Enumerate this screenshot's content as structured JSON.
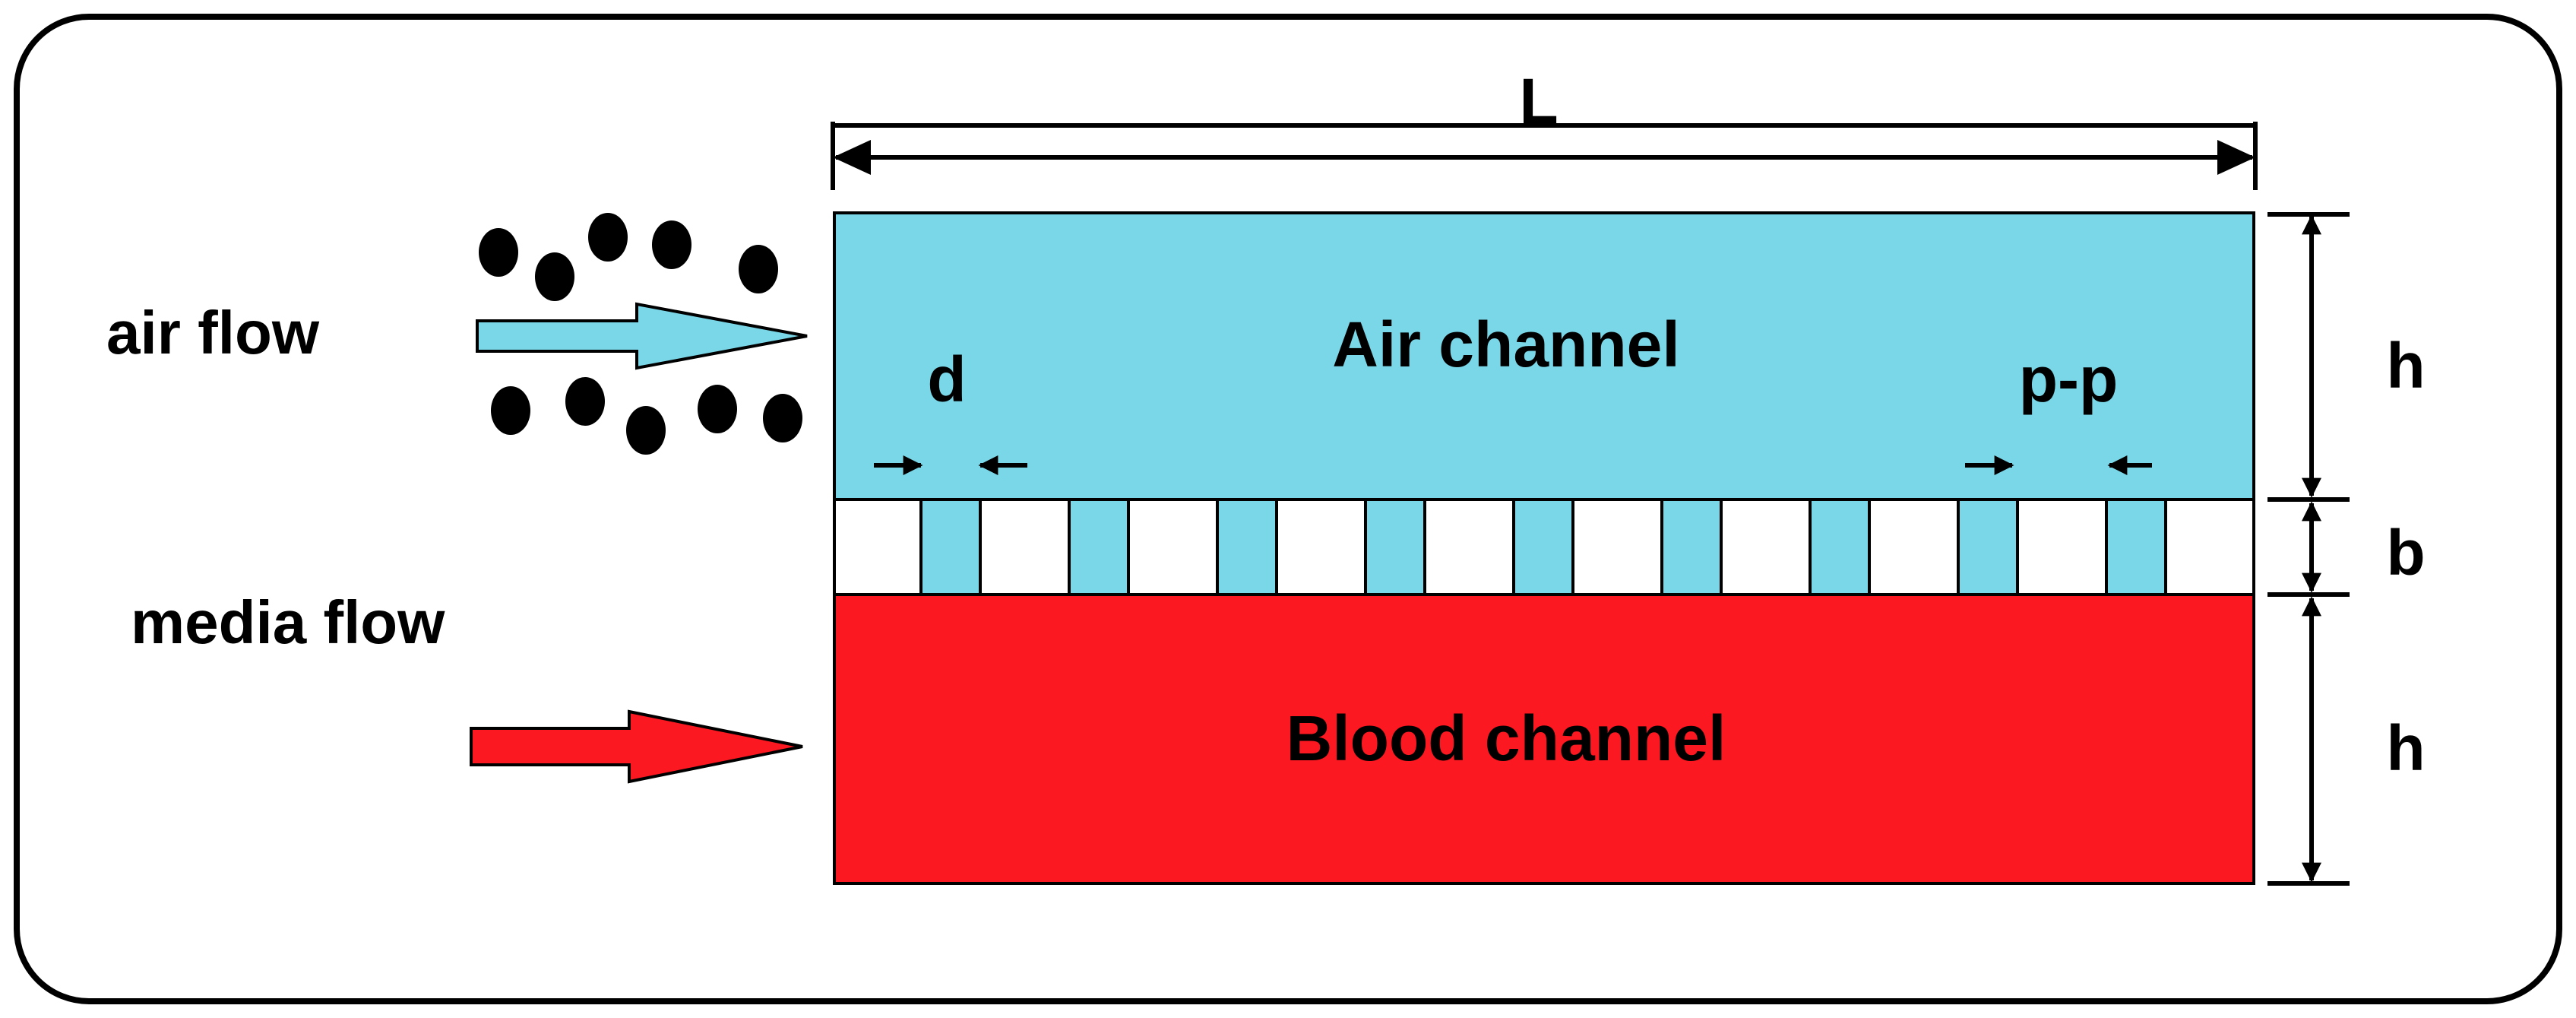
{
  "labels": {
    "length": "L",
    "air_channel": "Air channel",
    "blood_channel": "Blood channel",
    "air_flow": "air flow",
    "media_flow": "media flow",
    "pore_diameter": "d",
    "pore_pitch": "p-p",
    "channel_height_top": "h",
    "membrane_thickness": "b",
    "channel_height_bottom": "h"
  },
  "colors": {
    "air": "#7ad7e8",
    "blood": "#fc1820",
    "frame": "#000000",
    "membrane": "#ffffff"
  },
  "membrane": {
    "pore_count": 9
  },
  "particles": {
    "count": 10
  }
}
